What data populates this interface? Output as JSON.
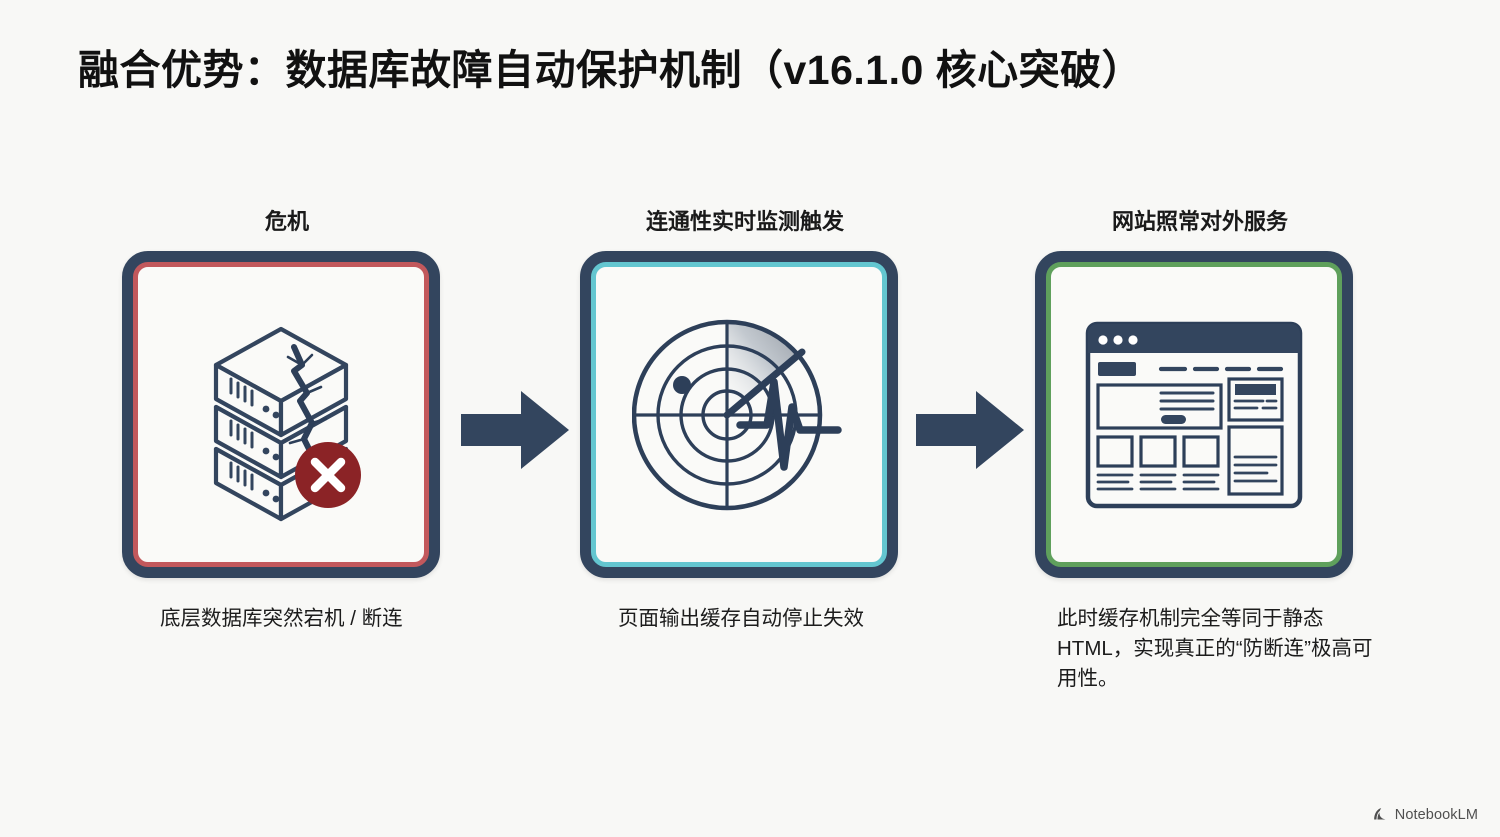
{
  "slide": {
    "title": "融合优势：数据库故障自动保护机制（v16.1.0 核心突破）",
    "background_color": "#f8f8f6",
    "frame_color": "#33455e"
  },
  "flow": {
    "steps": [
      {
        "heading": "危机",
        "caption": "底层数据库突然宕机 / 断连",
        "accent_color": "#c2585c",
        "icon": "cracked-server-rack-error-icon"
      },
      {
        "heading": "连通性实时监测触发",
        "caption": "页面输出缓存自动停止失效",
        "accent_color": "#63c6d0",
        "icon": "radar-pulse-monitor-icon"
      },
      {
        "heading": "网站照常对外服务",
        "caption": "此时缓存机制完全等同于静态 HTML，实现真正的“防断连”极高可用性。",
        "accent_color": "#5fa05c",
        "icon": "browser-window-wireframe-icon"
      }
    ],
    "arrows": [
      {
        "name": "arrow-step-1-to-2",
        "color": "#33455e"
      },
      {
        "name": "arrow-step-2-to-3",
        "color": "#33455e"
      }
    ]
  },
  "watermark": {
    "label": "NotebookLM",
    "icon": "notebooklm-spark-icon"
  }
}
